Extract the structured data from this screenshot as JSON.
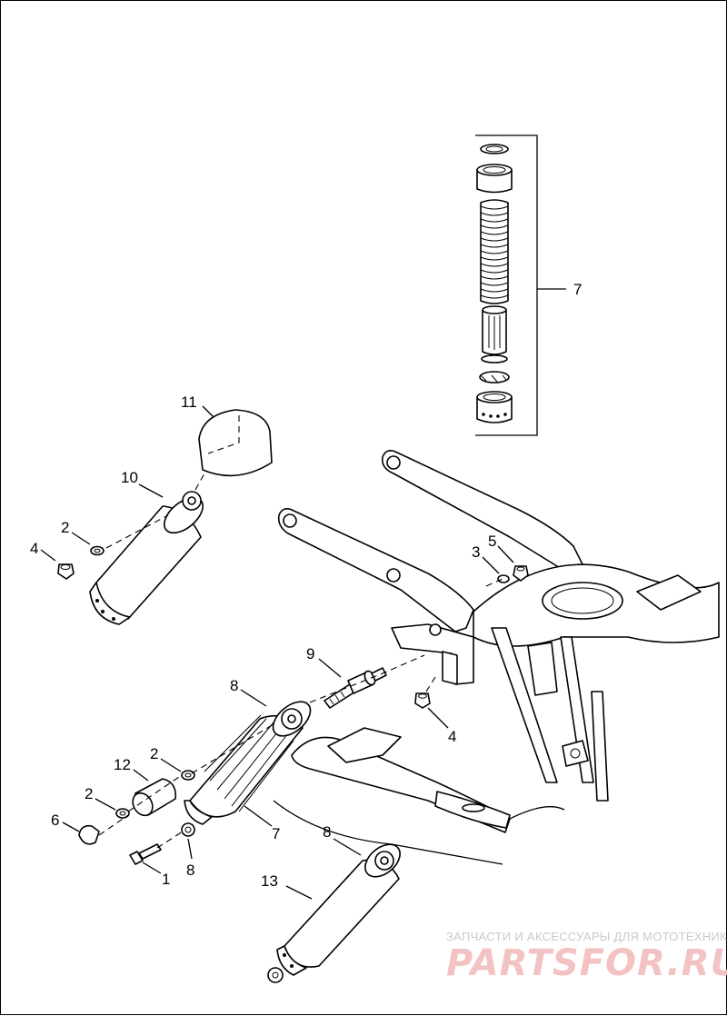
{
  "diagram": {
    "callouts": {
      "c11": "11",
      "c10": "10",
      "c2a": "2",
      "c4a": "4",
      "c7a": "7",
      "c5": "5",
      "c3": "3",
      "c9": "9",
      "c4b": "4",
      "c8a": "8",
      "c2b": "2",
      "c12": "12",
      "c2c": "2",
      "c6": "6",
      "c1": "1",
      "c8b": "8",
      "c7b": "7",
      "c8c": "8",
      "c13": "13"
    }
  },
  "watermark": {
    "tagline": "ЗАПЧАСТИ И АКСЕССУАРЫ ДЛЯ МОТОТЕХНИКИ",
    "brand": "PARTSFOR.RU",
    "color": "#e89a9a"
  }
}
